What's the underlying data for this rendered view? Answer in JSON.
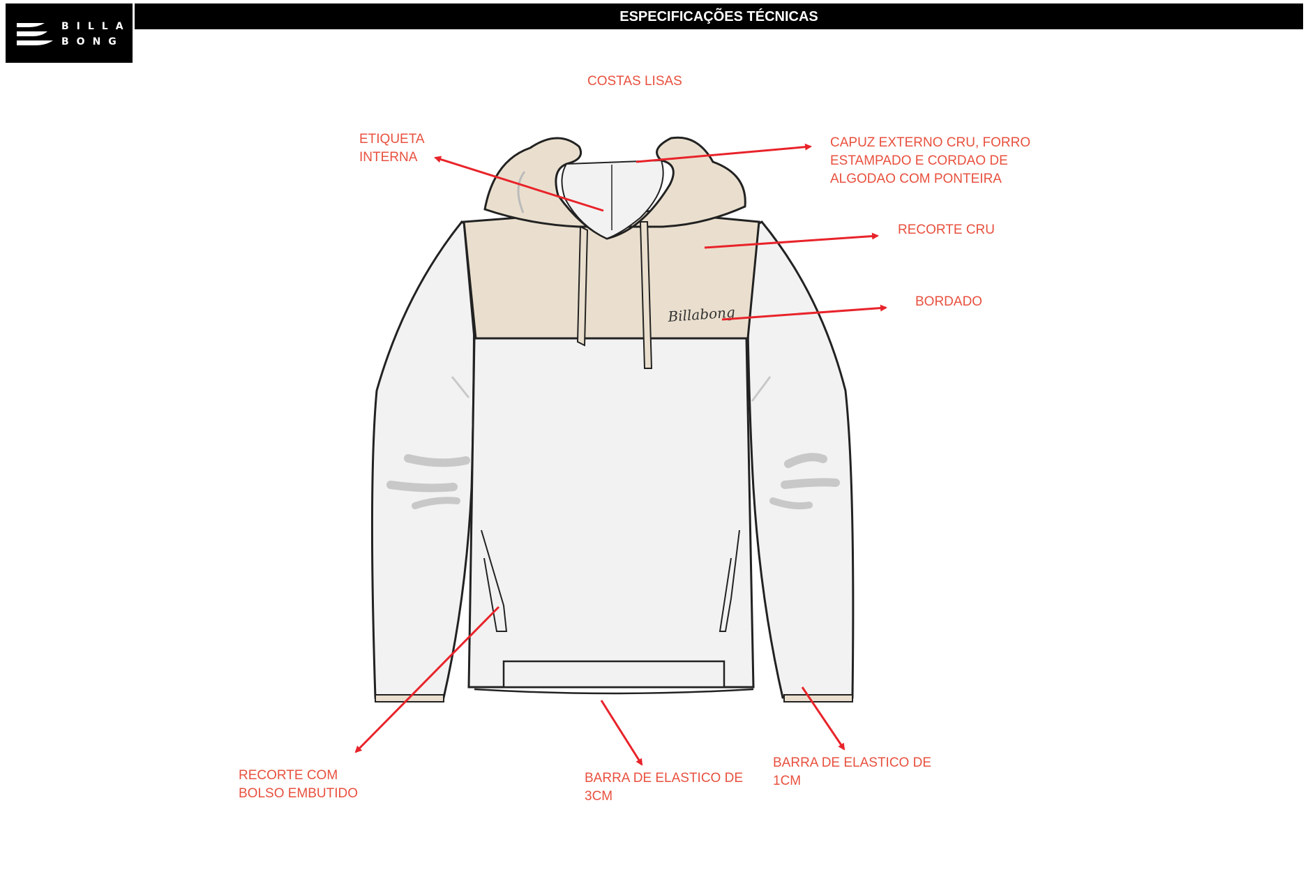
{
  "header": {
    "title": "ESPECIFICAÇÕES TÉCNICAS"
  },
  "logo": {
    "text": "BILLA\nBONG"
  },
  "colors": {
    "accent": "#e8503e",
    "arrow": "#e8232a",
    "hood": "#eadfce",
    "body": "#f2f2f2"
  },
  "garment": {
    "embroidery": "Billabong"
  },
  "labels": {
    "back": "COSTAS LISAS",
    "inner_tag": "ETIQUETA\nINTERNA",
    "hood": "CAPUZ EXTERNO CRU, FORRO\nESTAMPADO E CORDAO DE\nALGODAO COM PONTEIRA",
    "yoke": "RECORTE CRU",
    "embroidery": "BORDADO",
    "pocket": "RECORTE COM\nBOLSO EMBUTIDO",
    "hem": "BARRA DE ELASTICO DE\n3CM",
    "cuff": "BARRA DE ELASTICO DE\n1CM"
  }
}
